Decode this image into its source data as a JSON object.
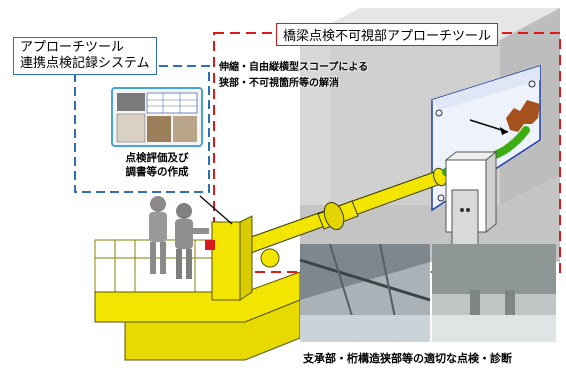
{
  "bridge_panel": {
    "title": "橋梁点検不可視部アプローチツール",
    "scope_line1": "伸縮・自由縦横型スコープによる",
    "scope_line2": "狭部・不可視箇所等の解消"
  },
  "system_panel": {
    "title_line1": "アプローチツール",
    "title_line2": "連携点検記録システム",
    "caption_line1": "点検評価及び",
    "caption_line2": "調書等の作成"
  },
  "photos_caption": "支承部・桁構造狭部等の適切な点検・診断",
  "colors": {
    "red_frame": "#e01919",
    "blue_frame": "#2e6fb5",
    "vehicle_yellow": "#f2e500",
    "scope_green": "#4dd11c"
  }
}
